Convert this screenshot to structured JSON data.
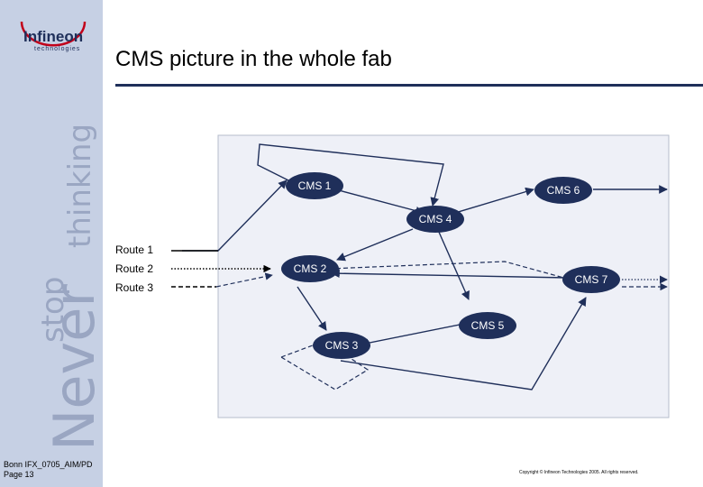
{
  "title": "CMS picture in the whole fab",
  "logo": {
    "name": "Infineon",
    "sub": "technologies"
  },
  "tagline": {
    "never": "Never",
    "stop": "stop",
    "thinking": "thinking"
  },
  "routes": [
    {
      "label": "Route 1",
      "style": "solid"
    },
    {
      "label": "Route 2",
      "style": "dotted"
    },
    {
      "label": "Route 3",
      "style": "dashed"
    }
  ],
  "nodes": {
    "cms1": "CMS 1",
    "cms2": "CMS 2",
    "cms3": "CMS 3",
    "cms4": "CMS 4",
    "cms5": "CMS 5",
    "cms6": "CMS 6",
    "cms7": "CMS 7"
  },
  "footer": {
    "line1": "Bonn IFX_0705_AIM/PD",
    "line2": "Page 13"
  },
  "copyright": "Copyright © Infineon Technologies 2005. All rights reserved.",
  "colors": {
    "sidebar": "#c6d0e4",
    "node": "#1f2f5a",
    "panel": "#eef0f7",
    "rule": "#1f2f5a"
  }
}
